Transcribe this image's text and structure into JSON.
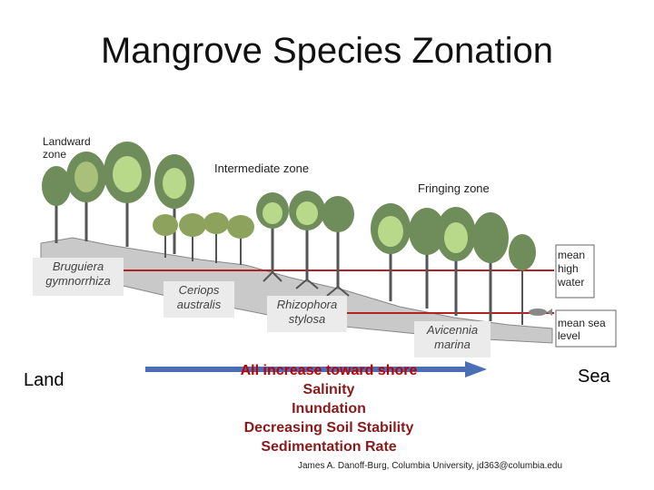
{
  "title": "Mangrove Species Zonation",
  "zones": {
    "landward": "Landward zone",
    "intermediate": "Intermediate zone",
    "fringing": "Fringing zone"
  },
  "water_levels": {
    "high": "mean high water",
    "sea": "mean sea level"
  },
  "species": [
    {
      "name": "Bruguiera gymnorrhiza"
    },
    {
      "name": "Ceriops australis"
    },
    {
      "name": "Rhizophora stylosa"
    },
    {
      "name": "Avicennia marina"
    }
  ],
  "gradient": {
    "left_label": "Land",
    "right_label": "Sea",
    "heading": "All increase toward shore",
    "factors": [
      "Salinity",
      "Inundation",
      "Decreasing Soil Stability",
      "Sedimentation Rate"
    ]
  },
  "credit": "James A. Danoff-Burg, Columbia University, jd363@columbia.edu",
  "colors": {
    "level_line": "#b22222",
    "arrow": "#4a6fb5",
    "canopy_dark": "#6e8d5a",
    "canopy_light": "#b9d98a",
    "trunk": "#555555",
    "soil": "#999999"
  }
}
